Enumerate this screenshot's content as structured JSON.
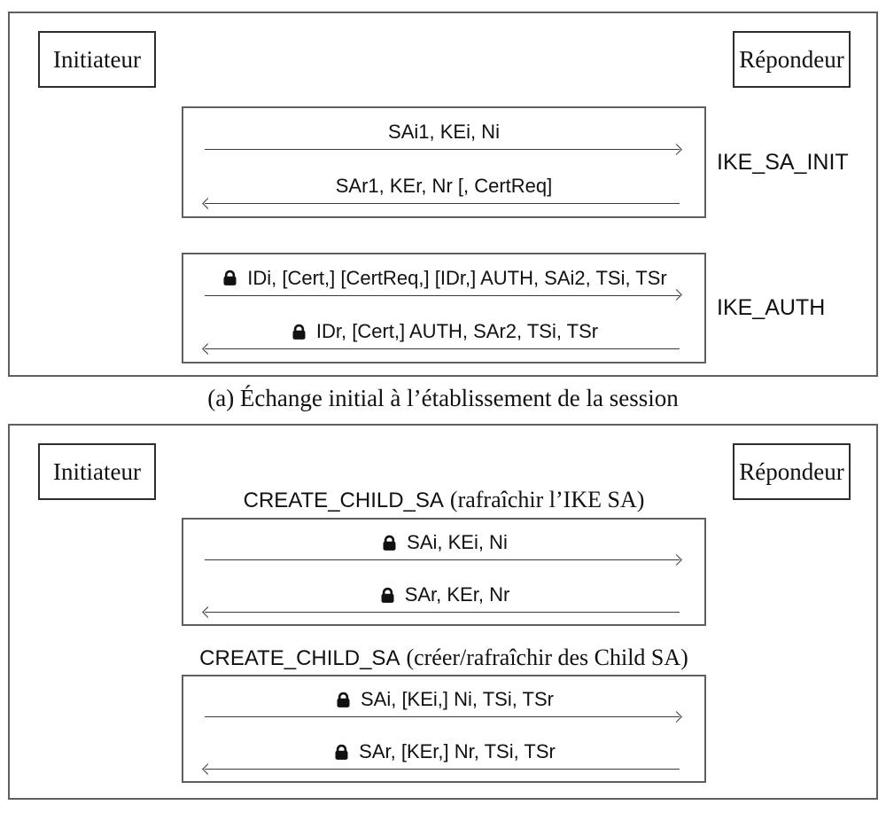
{
  "colors": {
    "background": "#ffffff",
    "text": "#111111",
    "box_border": "#5f5f5f",
    "actor_border": "#2d2d2d",
    "arrow": "#3c3c3c"
  },
  "icons": {
    "lock": "lock-icon"
  },
  "panel_a": {
    "initiator_label": "Initiateur",
    "responder_label": "Répondeur",
    "exchanges": [
      {
        "label": "IKE_SA_INIT",
        "messages": [
          {
            "text": "SAi1, KEi, Ni",
            "direction": "right",
            "lock": false
          },
          {
            "text": "SAr1, KEr, Nr [, CertReq]",
            "direction": "left",
            "lock": false
          }
        ]
      },
      {
        "label": "IKE_AUTH",
        "messages": [
          {
            "text": "IDi, [Cert,] [CertReq,] [IDr,] AUTH, SAi2, TSi, TSr",
            "direction": "right",
            "lock": true
          },
          {
            "text": "IDr, [Cert,] AUTH, SAr2, TSi, TSr",
            "direction": "left",
            "lock": true
          }
        ]
      }
    ]
  },
  "caption": "(a) Échange initial à l’établissement de la session",
  "panel_b": {
    "initiator_label": "Initiateur",
    "responder_label": "Répondeur",
    "exchanges": [
      {
        "title_code": "CREATE_CHILD_SA",
        "title_desc": "(rafraîchir l’IKE SA)",
        "messages": [
          {
            "text": "SAi, KEi, Ni",
            "direction": "right",
            "lock": true
          },
          {
            "text": "SAr, KEr, Nr",
            "direction": "left",
            "lock": true
          }
        ]
      },
      {
        "title_code": "CREATE_CHILD_SA",
        "title_desc": "(créer/rafraîchir des Child SA)",
        "messages": [
          {
            "text": "SAi, [KEi,] Ni, TSi, TSr",
            "direction": "right",
            "lock": true
          },
          {
            "text": "SAr, [KEr,] Nr, TSi, TSr",
            "direction": "left",
            "lock": true
          }
        ]
      }
    ]
  }
}
